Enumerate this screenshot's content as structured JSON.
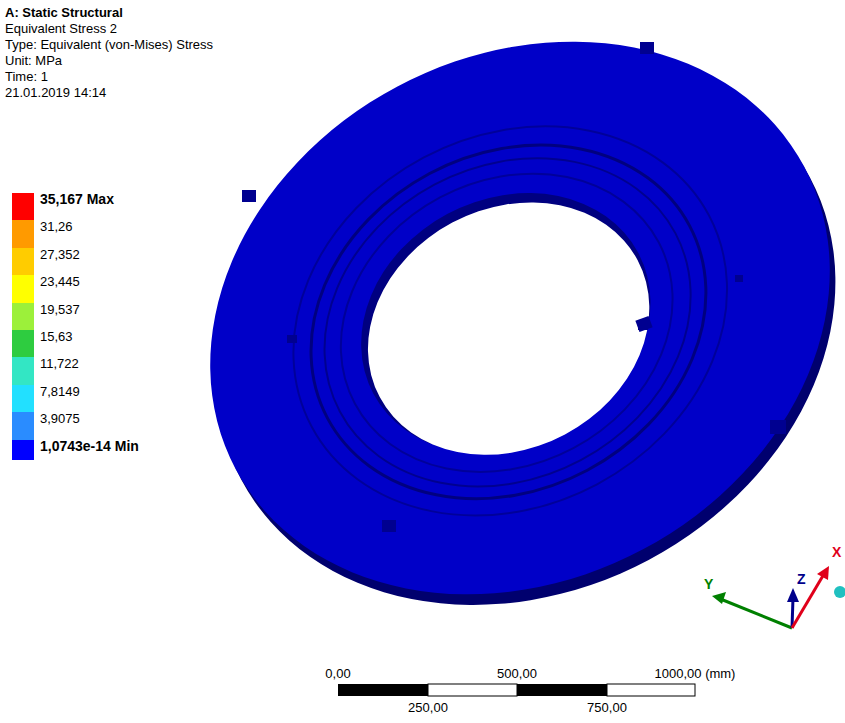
{
  "diagram": {
    "title": "A: Static Structural",
    "labels": [
      "Equivalent Stress 2",
      "Type: Equivalent (von-Mises) Stress",
      "Unit: MPa",
      "Time: 1",
      "21.01.2019 14:14",
      "0,00",
      "500,00",
      "1000,00 (mm)",
      "250,00",
      "750,00",
      "Y",
      "Z",
      "X"
    ],
    "legend": [
      {
        "text": "35,167 Max",
        "color": "#ff0000"
      },
      {
        "text": "31,26",
        "color": "#ff9a00"
      },
      {
        "text": "27,352",
        "color": "#ffcc00"
      },
      {
        "text": "23,445",
        "color": "#ffff00"
      },
      {
        "text": "19,537",
        "color": "#9cf03a"
      },
      {
        "text": "15,63",
        "color": "#2ecc40"
      },
      {
        "text": "11,722",
        "color": "#33e6c4"
      },
      {
        "text": "7,8149",
        "color": "#22e0ff"
      },
      {
        "text": "3,9075",
        "color": "#2a8cff"
      },
      {
        "text": "1,0743e-14 Min",
        "color": "#0000ff"
      }
    ]
  }
}
